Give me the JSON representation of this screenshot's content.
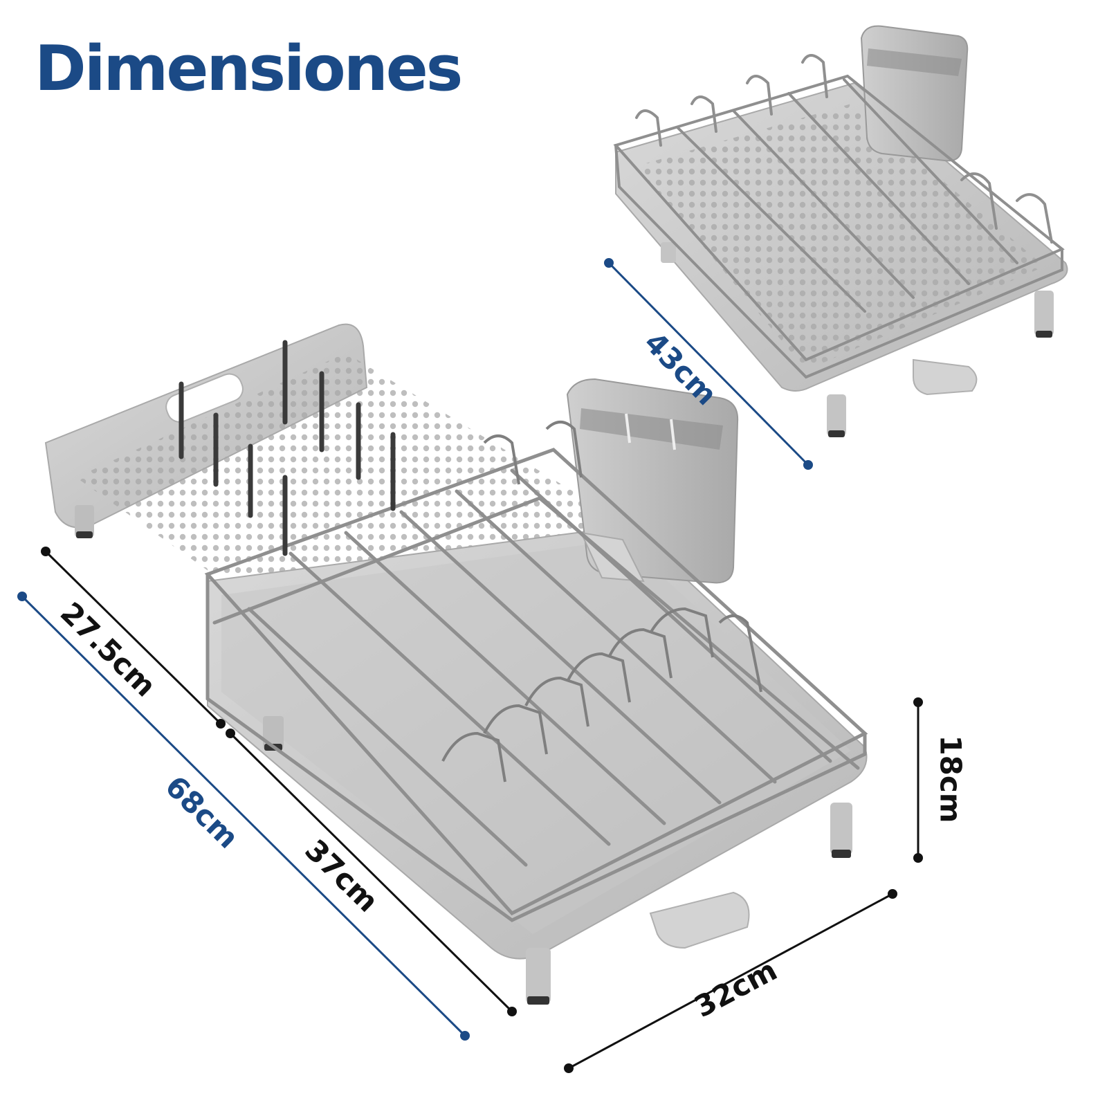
{
  "title": "Dimensiones",
  "colors": {
    "title": "#1b4a86",
    "dimension_dark": "#111111",
    "dimension_blue": "#1b4a86",
    "tray": "#c9c9c9",
    "steel": "#9a9a9a"
  },
  "dimensions": {
    "extended_tray": "27.5cm",
    "total_length": "68cm",
    "rack_length": "37cm",
    "width": "32cm",
    "height": "18cm",
    "compact_length": "43cm"
  }
}
